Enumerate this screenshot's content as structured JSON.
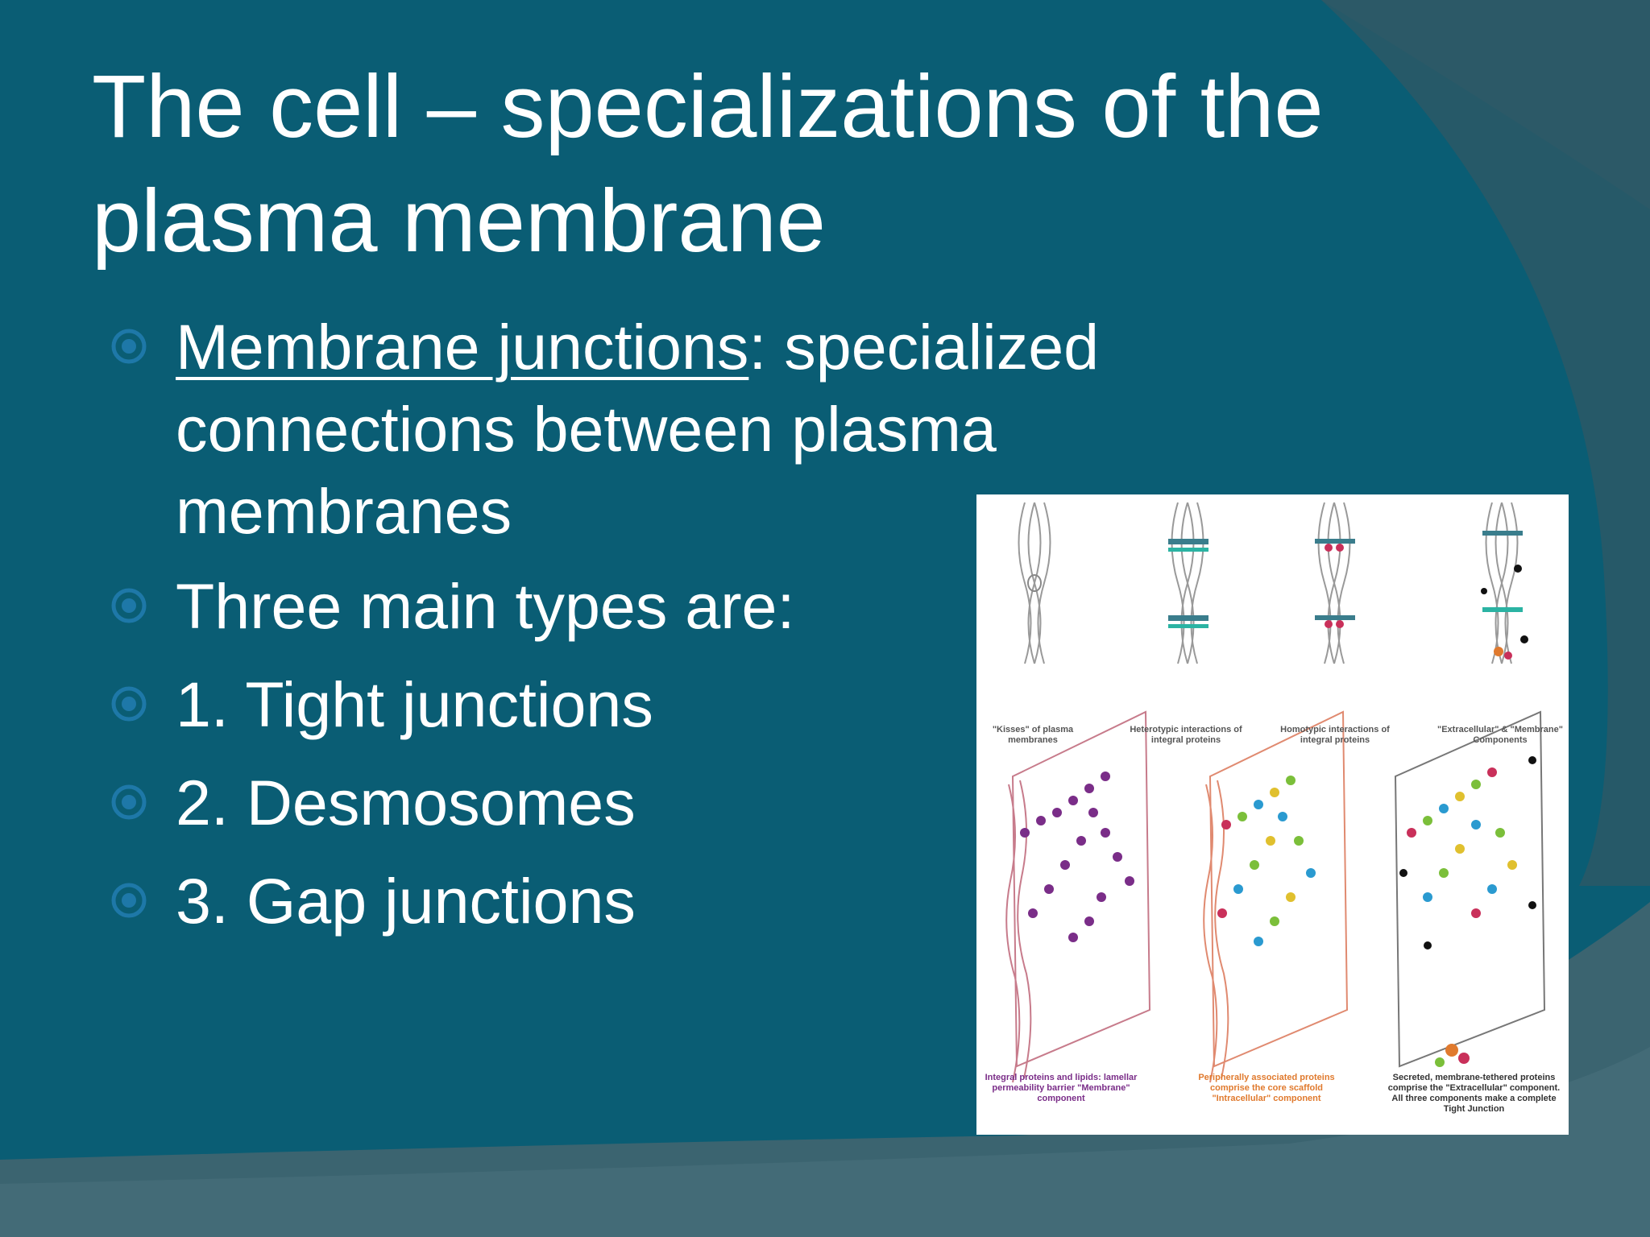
{
  "slide": {
    "title_line1": "The cell – specializations of the",
    "title_line2": "plasma membrane",
    "bullets": [
      {
        "lines": [
          {
            "underlined": "Membrane junctions",
            "rest": ": specialized"
          },
          {
            "text": "connections between plasma"
          },
          {
            "text": "membranes"
          }
        ]
      },
      {
        "text": "Three main types are:"
      },
      {
        "text": "1. Tight junctions"
      },
      {
        "text": "2. Desmosomes"
      },
      {
        "text": "3. Gap junctions"
      }
    ]
  },
  "colors": {
    "background": "#0a5d74",
    "text": "#ffffff",
    "bullet_marker": "#1e78a8",
    "bottom_band": "#3b6470",
    "right_band": "#2f5c6a"
  },
  "icons": {
    "bullet": "circled-dot-icon"
  },
  "figure": {
    "captions": [
      "\"Kisses\" of plasma membranes",
      "Heterotypic interactions of integral proteins",
      "Homotypic interactions of integral proteins",
      "\"Extracellular\" & \"Membrane\" Components",
      "Integral proteins and lipids: lamellar permeability barrier \"Membrane\" component",
      "Peripherally associated proteins comprise the core scaffold \"Intracellular\" component",
      "Secreted, membrane-tethered proteins comprise the \"Extracellular\" component. All three components make a complete Tight Junction"
    ]
  }
}
